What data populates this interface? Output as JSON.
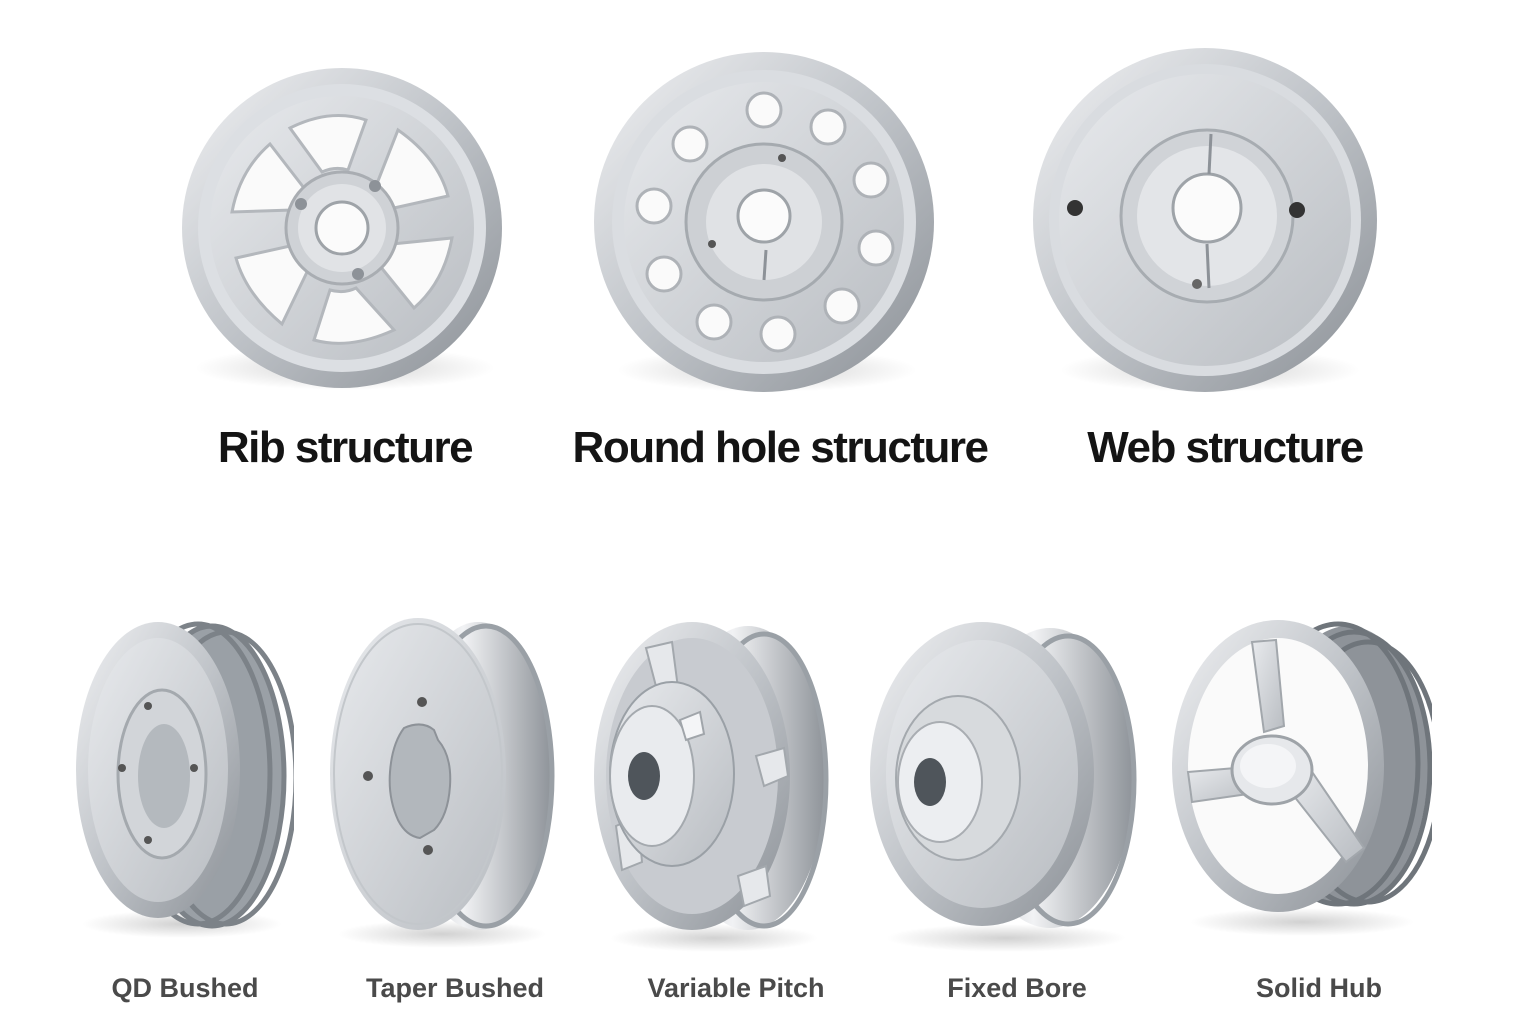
{
  "top_row": [
    {
      "label": "Rib structure",
      "icon": "rib-pulley-icon"
    },
    {
      "label": "Round hole structure",
      "icon": "round-hole-pulley-icon"
    },
    {
      "label": "Web structure",
      "icon": "web-pulley-icon"
    }
  ],
  "bottom_row": [
    {
      "label": "QD Bushed",
      "icon": "qd-bushed-pulley-icon"
    },
    {
      "label": "Taper Bushed",
      "icon": "taper-bushed-pulley-icon"
    },
    {
      "label": "Variable Pitch",
      "icon": "variable-pitch-pulley-icon"
    },
    {
      "label": "Fixed Bore",
      "icon": "fixed-bore-pulley-icon"
    },
    {
      "label": "Solid Hub",
      "icon": "solid-hub-pulley-icon"
    }
  ],
  "colors": {
    "background": "#ffffff",
    "metal_light": "#eceef1",
    "metal_mid": "#c9ccd1",
    "metal_dark": "#8d9298",
    "hole": "#f8f8f8",
    "top_label": "#141414",
    "bottom_label": "#4a4a4a"
  }
}
